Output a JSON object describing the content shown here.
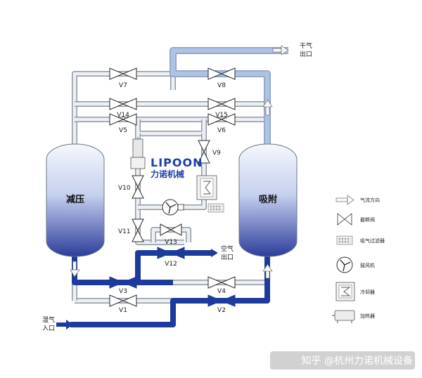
{
  "tanks": {
    "left": "减压",
    "right": "吸附"
  },
  "valves": {
    "v7": "V7",
    "v8": "V8",
    "v14": "V14",
    "v15": "V15",
    "v5": "V5",
    "v6": "V6",
    "v9": "V9",
    "v10": "V10",
    "v11": "V11",
    "v13": "V13",
    "v12": "V12",
    "v3": "V3",
    "v4": "V4",
    "v1": "V1",
    "v2": "V2"
  },
  "ports": {
    "dry_line1": "干气",
    "dry_line2": "出口",
    "air_line1": "空气",
    "air_line2": "出口",
    "wet_line1": "湿气",
    "wet_line2": "入口"
  },
  "logo": {
    "brand": "LIPOON",
    "cn": "力诺机械"
  },
  "legend": {
    "flow": "气流方向",
    "valve": "截断阀",
    "filter": "吸气过滤器",
    "fan": "鼓风机",
    "cooler": "冷却器",
    "heater": "加热器"
  },
  "watermark": "知乎 @杭州力诺机械设备",
  "colors": {
    "pipe_gray": "#e9edf2",
    "pipe_outline": "#8f98a3",
    "pipe_blue": "#1d3a9c",
    "pipe_light": "#a9bfe0"
  }
}
